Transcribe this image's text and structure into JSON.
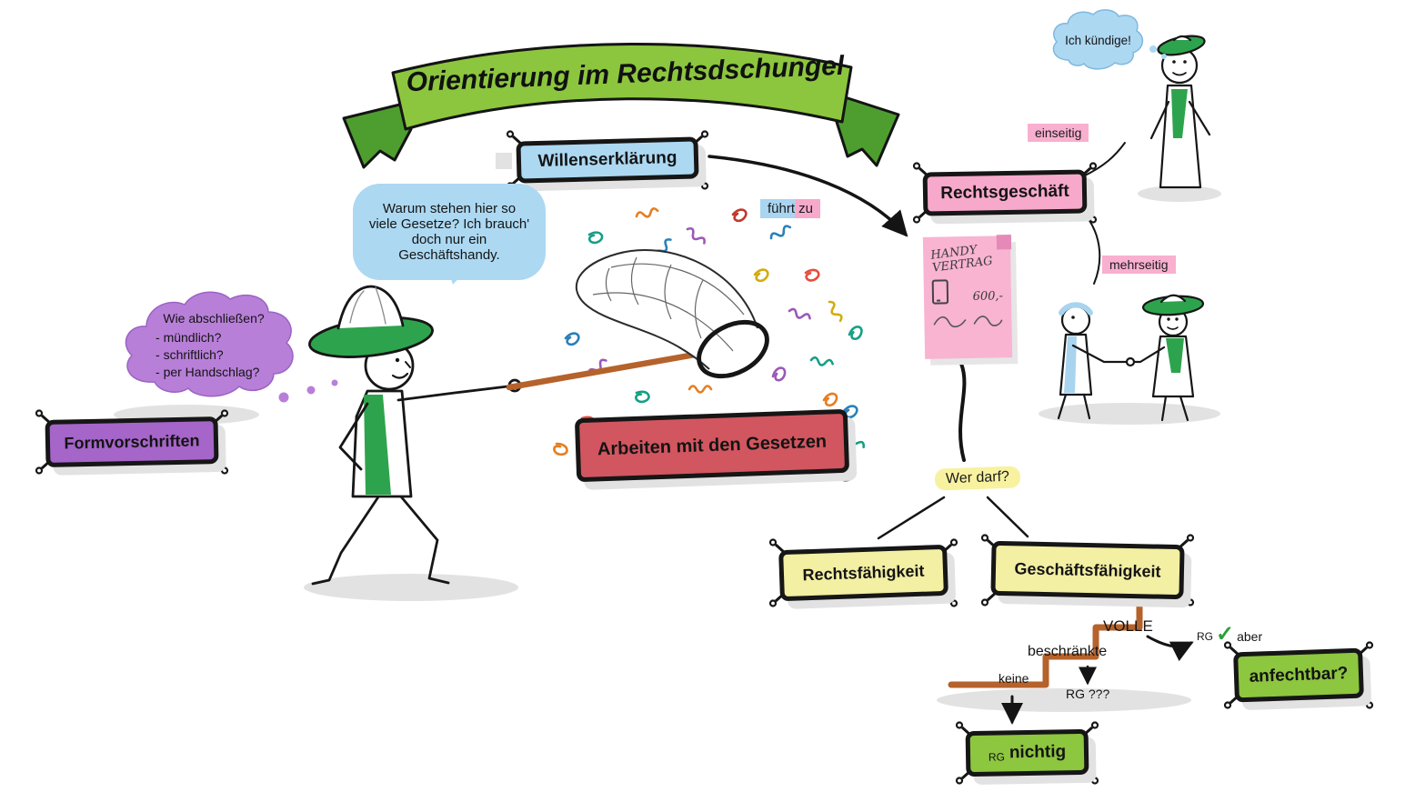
{
  "title": "Orientierung im Rechtsdschungel",
  "banners": {
    "willenserklaerung": {
      "label": "Willenserklärung",
      "color": "#ACD8F2"
    },
    "formvorschriften": {
      "label": "Formvorschriften",
      "color": "#A565C9"
    },
    "arbeiten_mit_den_gesetzen": {
      "label": "Arbeiten mit den Gesetzen",
      "color": "#D2565F"
    },
    "rechtsgeschaeft": {
      "label": "Rechtsgeschäft",
      "color": "#F7A9CB"
    },
    "rechtsfaehigkeit": {
      "label": "Rechtsfähigkeit",
      "color": "#F3EFA3"
    },
    "geschaeftsfaehigkeit": {
      "label": "Geschäftsfähigkeit",
      "color": "#F3EFA3"
    },
    "anfechtbar": {
      "label": "anfechtbar?",
      "color": "#8DC63F"
    },
    "rg_nichtig": {
      "prefix": "RG",
      "label": "nichtig",
      "color": "#8DC63F"
    }
  },
  "labels": {
    "fuehrt_zu": "führt zu",
    "einseitig": "einseitig",
    "mehrseitig": "mehrseitig",
    "wer_darf": "Wer darf?",
    "volle": "VOLLE",
    "beschraenkte": "beschränkte",
    "keine": "keine",
    "rg_fragezeichen": "RG ???",
    "rg": "RG",
    "check_icon": "✓",
    "aber": "aber"
  },
  "speech": {
    "warum": "Warum stehen hier so viele Gesetze? Ich brauch' doch nur ein Geschäftshandy.",
    "ich_kuendige": "Ich kündige!",
    "wie_abschliessen": {
      "title": "Wie abschließen?",
      "items": [
        "mündlich?",
        "schriftlich?",
        "per Handschlag?"
      ]
    }
  },
  "document": {
    "line1": "HANDY",
    "line2": "VERTRAG",
    "price": "600,-"
  },
  "palette": {
    "ribbon_green": "#8CC63E",
    "figure_green": "#2EA34D",
    "light_blue": "#ACD8F2",
    "cloud_purple": "#B87FD9",
    "banner_purple": "#A565C9",
    "banner_red": "#D2565F",
    "pink": "#F7A9CB",
    "highlight_pink": "#F9AFD0",
    "banner_yellow": "#F3EFA3",
    "highlight_yellow": "#F8F2A0",
    "banner_green": "#8DC63F",
    "stairs_brown": "#B5622B",
    "check_green": "#2E9E3A"
  }
}
